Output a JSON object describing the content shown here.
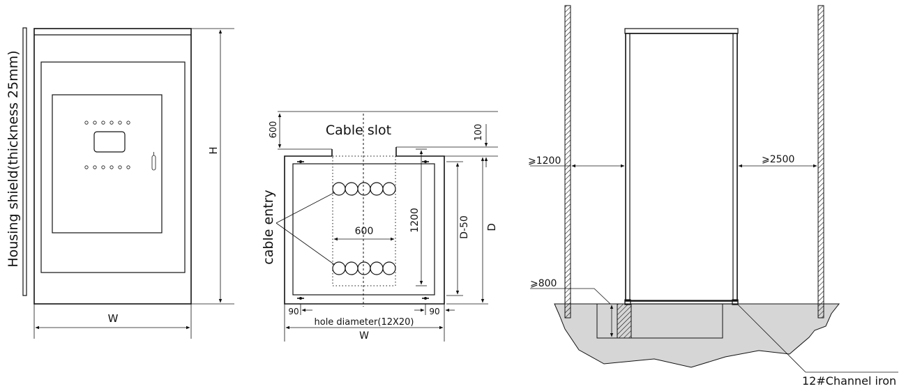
{
  "front_view": {
    "housing_shield_label": "Housing shield(thickness 25mm)",
    "height_label": "H",
    "width_label": "W"
  },
  "plan_view": {
    "cable_slot_label": "Cable slot",
    "cable_entry_label": "cable entry",
    "dim_600_top": "600",
    "dim_100": "100",
    "dim_600_inner": "600",
    "dim_1200": "1200",
    "dim_d50": "D-50",
    "dim_d": "D",
    "dim_90_left": "90",
    "dim_90_right": "90",
    "hole_label": "hole diameter(12X20)",
    "width_label": "W"
  },
  "side_view": {
    "clearance_left": "⩾1200",
    "clearance_right": "⩾2500",
    "clearance_bottom": "⩾800",
    "channel_label": "12#Channel iron"
  }
}
